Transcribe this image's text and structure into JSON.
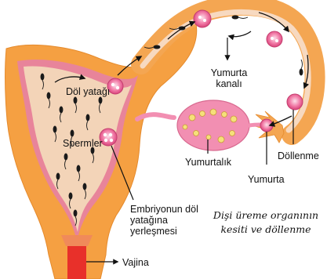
{
  "labels": {
    "dol_yatagi": "Döl yatağı",
    "yumurta_kanali_line1": "Yumurta",
    "yumurta_kanali_line2": "kanalı",
    "spermler": "Spermler",
    "yumurtalik": "Yumurtalık",
    "yumurta": "Yumurta",
    "dollenme": "Döllenme",
    "embriyo_line1": "Embriyonun döl",
    "embriyo_line2": "yatağına",
    "embriyo_line3": "yerleşmesi",
    "vajina": "Vajina"
  },
  "caption": {
    "line1": "Dişi üreme organının",
    "line2": "kesiti ve döllenme"
  },
  "colors": {
    "uterus_outer": "#f5a042",
    "uterus_inner": "#f3d4b8",
    "wall_pink": "#e8849a",
    "tube": "#f4a652",
    "ovary": "#f28fb2",
    "cell": "#e8558a",
    "vagina": "#e8302a",
    "sperm": "#1a1a1a"
  }
}
